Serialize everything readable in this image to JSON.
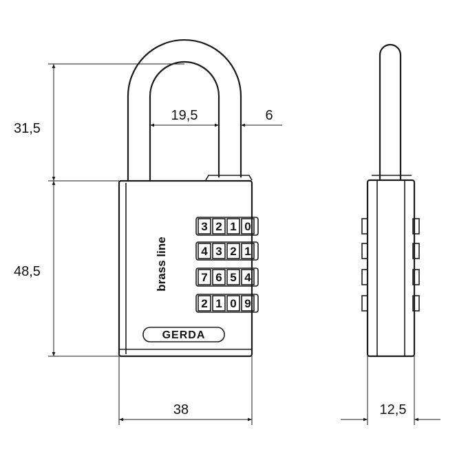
{
  "dimensions": {
    "shackle_height": "31,5",
    "body_height": "48,5",
    "shackle_inner_width": "19,5",
    "shackle_diameter": "6",
    "body_width": "38",
    "body_depth": "12,5"
  },
  "lock_body": {
    "brand": "GERDA",
    "engraving": "brass line",
    "dial_rows": [
      [
        "3",
        "2",
        "1",
        "0"
      ],
      [
        "4",
        "3",
        "2",
        "1"
      ],
      [
        "7",
        "6",
        "5",
        "4"
      ],
      [
        "2",
        "1",
        "0",
        "9"
      ]
    ]
  },
  "colors": {
    "line": "#1a1a1a",
    "background": "#ffffff"
  }
}
